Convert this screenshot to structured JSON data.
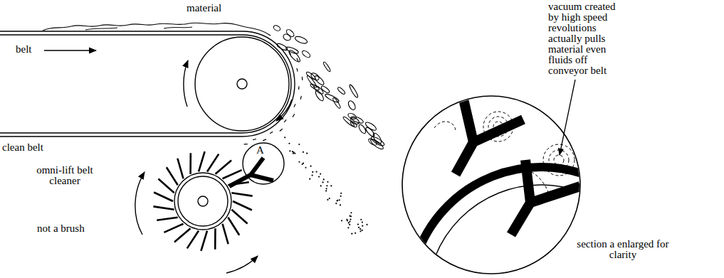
{
  "diagram": {
    "nodes": [
      {
        "text": [
          "A"
        ]
      }
    ],
    "labels": [
      "material",
      "belt",
      "clean belt",
      "omni-lift belt cleaner",
      "not a brush",
      "vacuum created by high speed revolutions actually pulls material even fluids off conveyor belt",
      "section a enlarged for clarity"
    ]
  }
}
